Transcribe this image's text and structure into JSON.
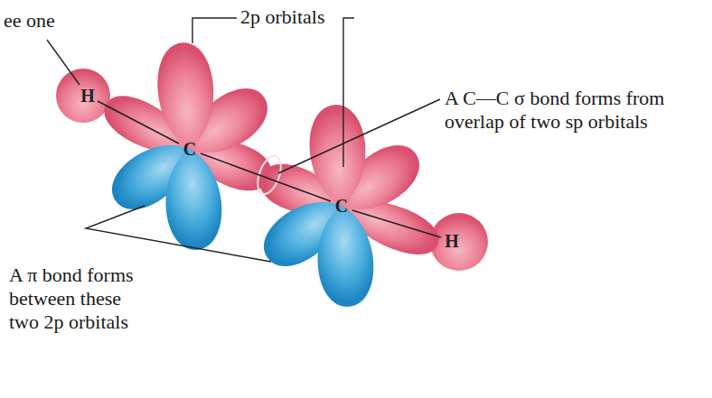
{
  "diagram": {
    "labels": [
      "ee one",
      "2p orbitals",
      "H",
      "C",
      "A C—C σ bond forms from overlap of two sp orbitals",
      "C",
      "H",
      "A π bond forms between these two 2p orbitals"
    ]
  }
}
